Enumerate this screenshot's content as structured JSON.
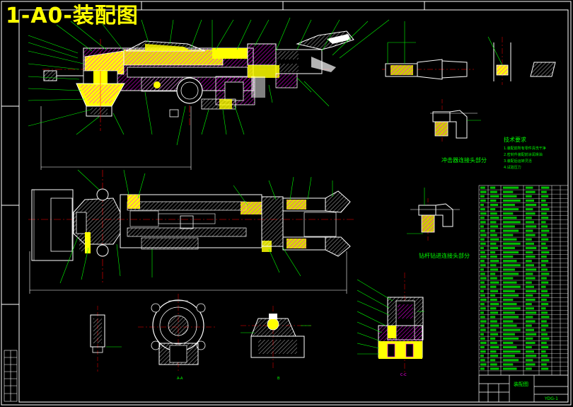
{
  "drawing": {
    "title": "1-A0-装配图",
    "section_labels": {
      "top_right_view": "冲击器连接头部分",
      "mid_right_view": "钻杆钻进连接头部分",
      "tech_req_title": "技术要求",
      "view_a": "A-A",
      "view_b": "B",
      "view_c": "C-C"
    },
    "tech_requirements": [
      "1.装配前所有零件清洗干净",
      "2.密封件装配前涂润滑油",
      "3.装配后运转灵活",
      "4.试验压力"
    ],
    "title_block": {
      "name_cell": "装配图",
      "number_cell": "YDG-1"
    }
  },
  "colors": {
    "background": "#000000",
    "frame": "#ffffff",
    "outline": "#ffffff",
    "leader": "#00ff00",
    "section_fill": "#ffff00",
    "hatch": "#ff00ff",
    "centerline": "#ff0000",
    "dimension": "#00ffff",
    "title_text": "#ffff00"
  }
}
